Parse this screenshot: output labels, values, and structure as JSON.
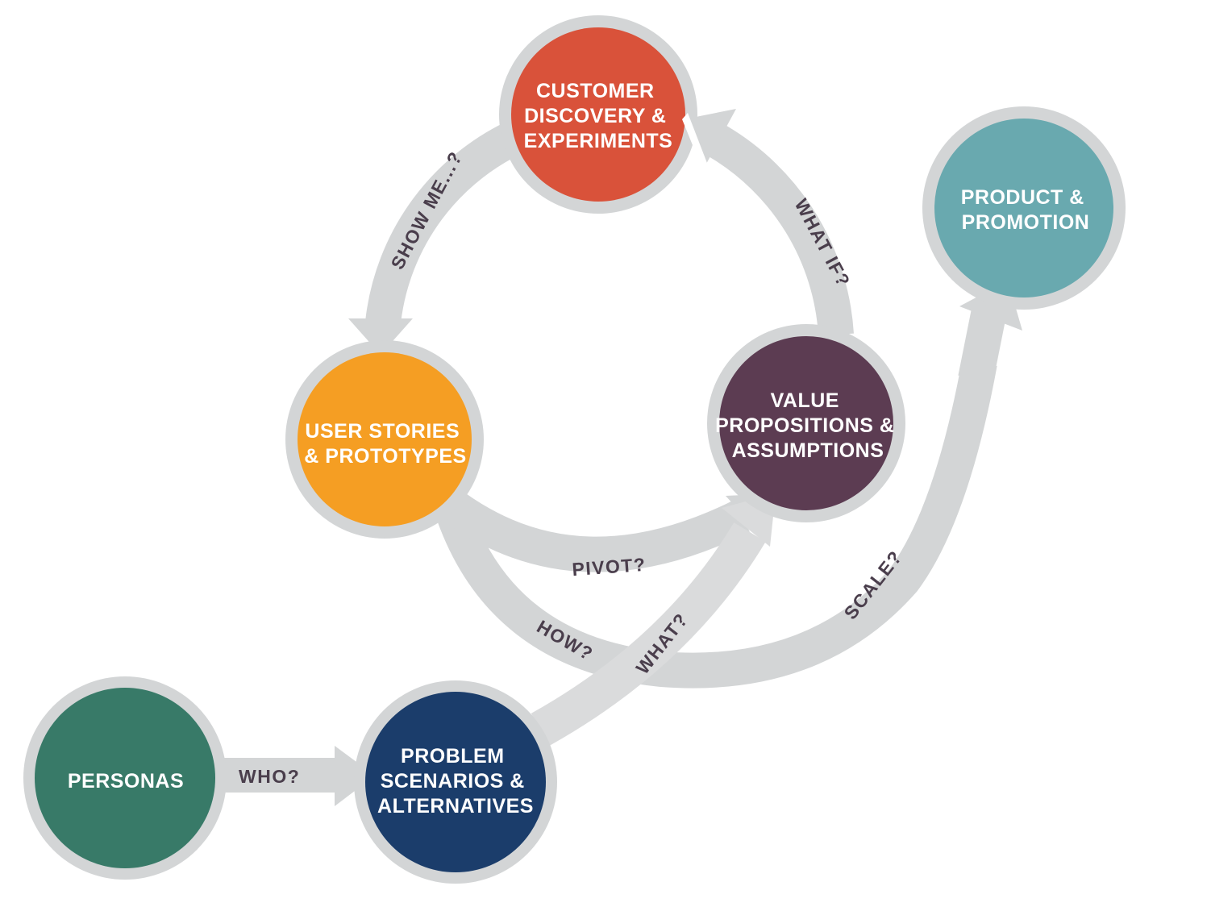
{
  "colors": {
    "arrow": "#D3D5D6",
    "ring": "#D3D5D6",
    "arrow_label": "#4A3E4C",
    "node_text": "#FFFFFF"
  },
  "nodes": {
    "customer_discovery": {
      "lines": [
        "CUSTOMER",
        "DISCOVERY &",
        "EXPERIMENTS"
      ],
      "color": "#D9523A"
    },
    "product_promotion": {
      "lines": [
        "PRODUCT &",
        "PROMOTION"
      ],
      "color": "#69A9AF"
    },
    "user_stories": {
      "lines": [
        "USER STORIES",
        "& PROTOTYPES"
      ],
      "color": "#F59E23"
    },
    "value_propositions": {
      "lines": [
        "VALUE",
        "PROPOSITIONS &",
        "ASSUMPTIONS"
      ],
      "color": "#5C3C52"
    },
    "personas": {
      "lines": [
        "PERSONAS"
      ],
      "color": "#387A68"
    },
    "problem_scenarios": {
      "lines": [
        "PROBLEM",
        "SCENARIOS &",
        "ALTERNATIVES"
      ],
      "color": "#1B3D6B"
    }
  },
  "arrows": {
    "show_me": {
      "label": "SHOW ME...?",
      "from": "customer_discovery",
      "to": "user_stories"
    },
    "what_if": {
      "label": "WHAT IF?",
      "from": "value_propositions",
      "to": "customer_discovery"
    },
    "pivot": {
      "label": "PIVOT?",
      "from": "user_stories",
      "to": "value_propositions"
    },
    "how": {
      "label": "HOW?",
      "from": "user_stories",
      "to": "product_promotion"
    },
    "scale": {
      "label": "SCALE?",
      "from": "user_stories",
      "to": "product_promotion"
    },
    "what": {
      "label": "WHAT?",
      "from": "problem_scenarios",
      "to": "value_propositions"
    },
    "who": {
      "label": "WHO?",
      "from": "personas",
      "to": "problem_scenarios"
    }
  }
}
